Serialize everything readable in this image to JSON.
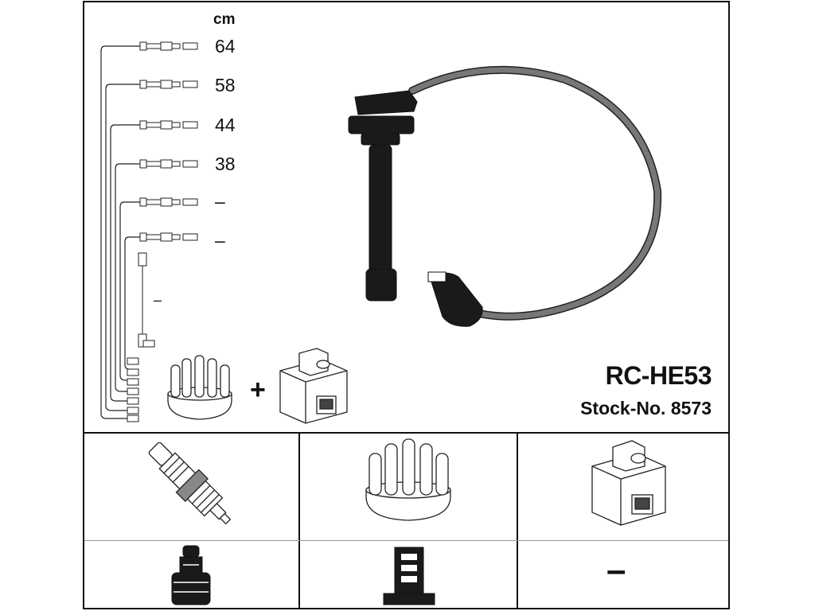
{
  "header": {
    "unit_label": "cm"
  },
  "lengths": [
    "64",
    "58",
    "44",
    "38",
    "–",
    "–"
  ],
  "coil_wire_length": "–",
  "product": {
    "part_number": "RC-HE53",
    "stock_number": "Stock-No. 8573"
  },
  "combo_symbol": "+",
  "accessories": {
    "bottom_right_value": "–"
  },
  "icons": {
    "spark_plug": "spark-plug-icon",
    "distributor_cap": "distributor-cap-icon",
    "ignition_coil": "ignition-coil-icon",
    "rubber_boot": "rubber-boot-icon",
    "rotor": "rotor-icon"
  }
}
